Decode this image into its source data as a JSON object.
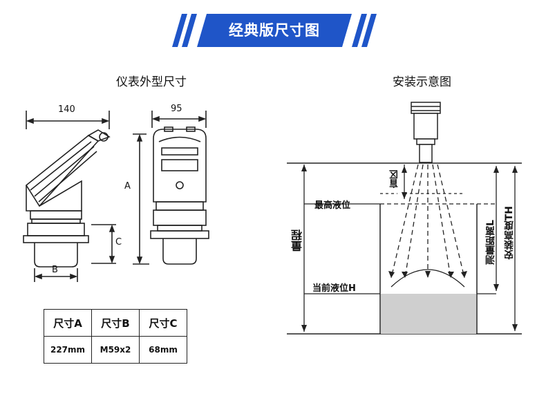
{
  "banner": {
    "title": "经典版尺寸图",
    "color": "#1f55c8"
  },
  "left": {
    "title": "仪表外型尺寸",
    "dims": {
      "width_side": "140",
      "width_front": "95",
      "a": "A",
      "b": "B",
      "c": "C"
    }
  },
  "table": {
    "headers": [
      "尺寸A",
      "尺寸B",
      "尺寸C"
    ],
    "values": [
      "227mm",
      "M59x2",
      "68mm"
    ]
  },
  "right": {
    "title": "安装示意图",
    "labels": {
      "blind": "盲区",
      "max_level": "最高液位",
      "range": "量程",
      "current_level": "当前液位H",
      "distance": "测量距离L",
      "install_height": "安装高度TH"
    }
  }
}
